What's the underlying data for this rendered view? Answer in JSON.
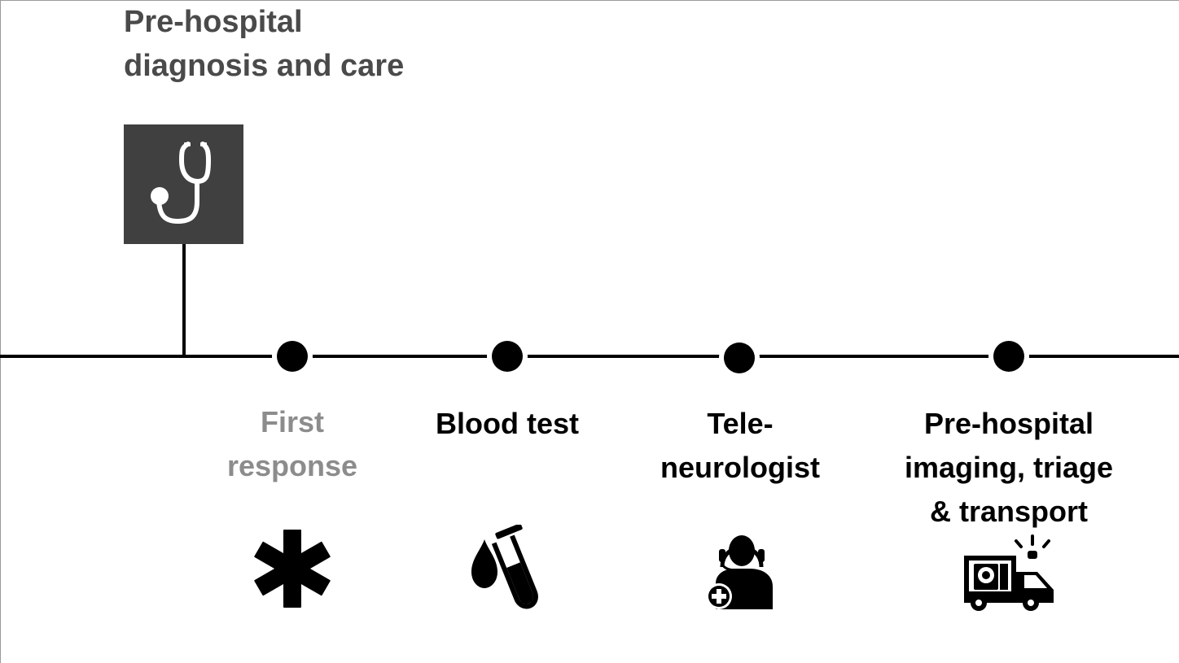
{
  "phase": {
    "title_lines": [
      "Pre-hospital",
      "diagnosis and care"
    ],
    "icon": "stethoscope-icon"
  },
  "steps": [
    {
      "label_lines": [
        "First",
        "response"
      ],
      "icon": "star-of-life-icon",
      "color": "#8c8c8c"
    },
    {
      "label_lines": [
        "Blood test"
      ],
      "icon": "blood-test-tube-icon",
      "color": "#000000"
    },
    {
      "label_lines": [
        "Tele-",
        "neurologist"
      ],
      "icon": "operator-headset-icon",
      "color": "#000000"
    },
    {
      "label_lines": [
        "Pre-hospital",
        "imaging, triage",
        "& transport"
      ],
      "icon": "ambulance-icon",
      "color": "#000000"
    }
  ],
  "colors": {
    "phase_box": "#404040",
    "phase_title": "#4a4a4a",
    "muted_label": "#8c8c8c",
    "timeline": "#000000"
  }
}
